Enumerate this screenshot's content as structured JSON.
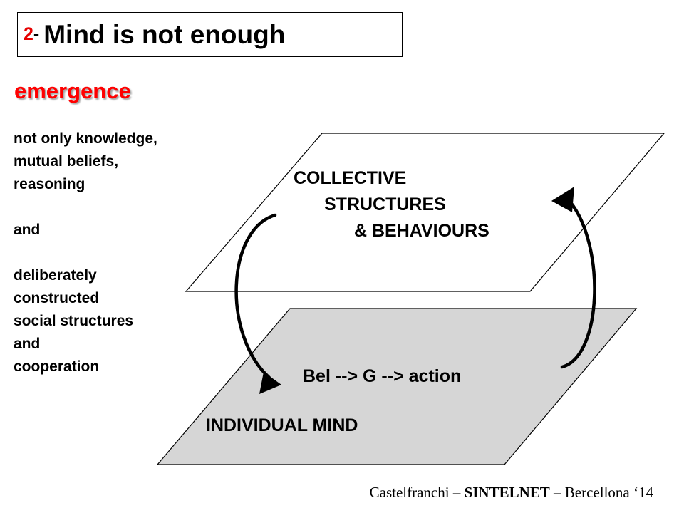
{
  "title": {
    "number": "2",
    "dash": "-",
    "text": "Mind is not enough"
  },
  "subtitle": "emergence",
  "side_text": {
    "lines_1": [
      "not only knowledge,",
      "mutual beliefs,",
      "reasoning"
    ],
    "and_1": "and",
    "lines_2": [
      "deliberately",
      "constructed",
      "social structures",
      "and",
      "cooperation"
    ]
  },
  "diagram": {
    "upper_plane": {
      "label_lines": [
        "COLLECTIVE",
        "STRUCTURES",
        "& BEHAVIOURS"
      ],
      "fill": "#ffffff"
    },
    "lower_plane": {
      "formula": "Bel --> G --> action",
      "label": "INDIVIDUAL MIND",
      "fill": "#d6d6d6"
    }
  },
  "footer": {
    "author": "Castelfranchi –",
    "project": "SINTELNET",
    "place": "– Bercellona ‘14"
  }
}
